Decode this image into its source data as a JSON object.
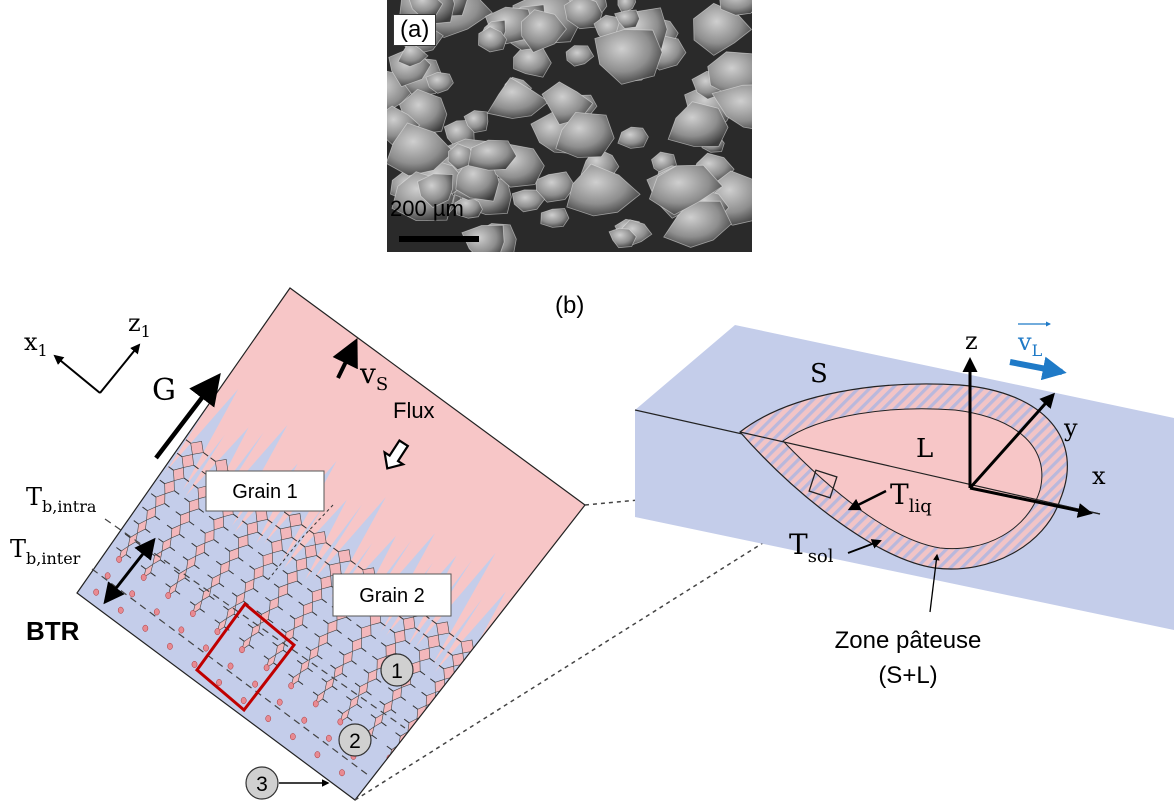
{
  "panel_a": {
    "tag": "(a)",
    "scale_label": "200 µm"
  },
  "panel_b": {
    "tag": "(b)"
  },
  "left_diagram": {
    "axis_x1": "x",
    "axis_x1_sub": "1",
    "axis_z1": "z",
    "axis_z1_sub": "1",
    "gradient_label": "G",
    "velocity_label": "v",
    "velocity_sub": "S",
    "flux_label": "Flux",
    "grain1_label": "Grain 1",
    "grain2_label": "Grain 2",
    "t_intra": "T",
    "t_intra_sub": "b,intra",
    "t_inter": "T",
    "t_inter_sub": "b,inter",
    "btr_label": "BTR",
    "markers": [
      "1",
      "2",
      "3"
    ]
  },
  "right_diagram": {
    "solid_label": "S",
    "liquid_label": "L",
    "axis_z": "z",
    "axis_y": "y",
    "axis_x": "x",
    "laser_velocity": "v",
    "laser_velocity_sub": "L",
    "t_liq": "T",
    "t_liq_sub": "liq",
    "t_sol": "T",
    "t_sol_sub": "sol",
    "mushy_zone_line1": "Zone pâteuse",
    "mushy_zone_line2": "(S+L)"
  },
  "colors": {
    "liquid": "#f7c6c7",
    "solid": "#c4cdea",
    "outline": "#1a1a1a",
    "highlight_box": "#c00000",
    "laser_arrow": "#1f7ac7",
    "marker_fill": "#d0d0d0"
  }
}
